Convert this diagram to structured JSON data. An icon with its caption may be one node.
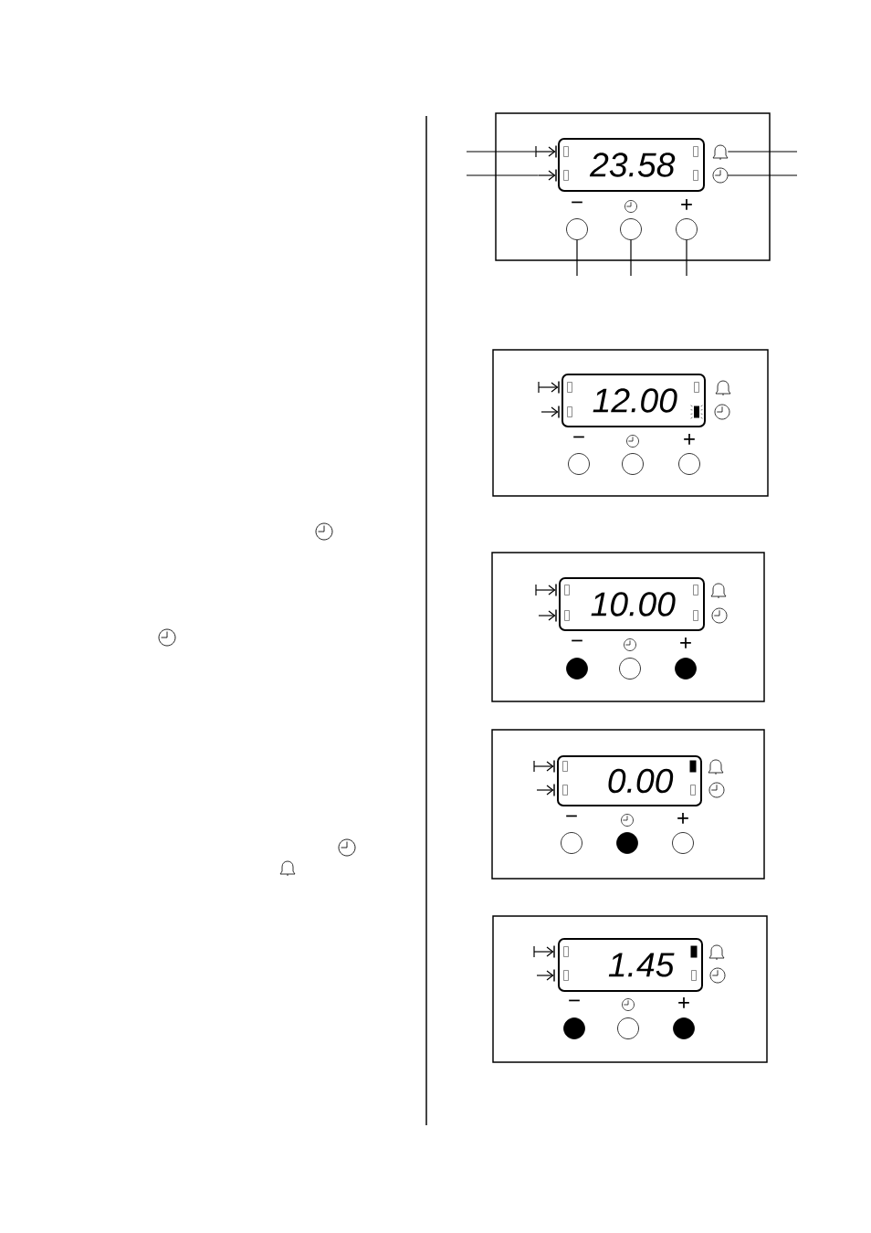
{
  "diagram": {
    "nodes": [
      {
        "text": [],
        "shape": "box"
      },
      {
        "text": [
          "23.58"
        ],
        "in": 0
      },
      {
        "text": [],
        "shape": "picture",
        "in": 0
      },
      {
        "text": [],
        "shape": "picture",
        "in": 0
      },
      {
        "text": [],
        "shape": "picture",
        "in": 0
      },
      {
        "text": [],
        "shape": "picture",
        "in": 0
      },
      {
        "text": [],
        "shape": "circle",
        "in": 0,
        "beside": [
          "−"
        ]
      },
      {
        "text": [],
        "shape": "circle",
        "in": 0
      },
      {
        "text": [],
        "shape": "circle",
        "in": 0,
        "beside": [
          "+"
        ]
      },
      {
        "text": [],
        "shape": "box"
      },
      {
        "text": [
          "12.00"
        ],
        "in": 9
      },
      {
        "text": [],
        "shape": "circle",
        "in": 9,
        "beside": [
          "−"
        ]
      },
      {
        "text": [],
        "shape": "circle",
        "in": 9
      },
      {
        "text": [],
        "shape": "circle",
        "in": 9,
        "beside": [
          "+"
        ]
      },
      {
        "text": [],
        "shape": "box"
      },
      {
        "text": [
          "10.00"
        ],
        "in": 14
      },
      {
        "text": [],
        "shape": "dot",
        "in": 14,
        "beside": [
          "−"
        ]
      },
      {
        "text": [],
        "shape": "circle",
        "in": 14
      },
      {
        "text": [],
        "shape": "dot",
        "in": 14,
        "beside": [
          "+"
        ]
      },
      {
        "text": [],
        "shape": "box"
      },
      {
        "text": [
          "0.00"
        ],
        "in": 19
      },
      {
        "text": [],
        "shape": "circle",
        "in": 19,
        "beside": [
          "−"
        ]
      },
      {
        "text": [],
        "shape": "dot",
        "in": 19
      },
      {
        "text": [],
        "shape": "circle",
        "in": 19,
        "beside": [
          "+"
        ]
      },
      {
        "text": [],
        "shape": "box"
      },
      {
        "text": [
          "1.45"
        ],
        "in": 24
      },
      {
        "text": [],
        "shape": "dot",
        "in": 24,
        "beside": [
          "−"
        ]
      },
      {
        "text": [],
        "shape": "circle",
        "in": 24
      },
      {
        "text": [],
        "shape": "dot",
        "in": 24,
        "beside": [
          "+"
        ]
      }
    ],
    "edges": [
      {
        "from": null,
        "to": 2,
        "arrow": "none"
      },
      {
        "from": null,
        "to": 3,
        "arrow": "none"
      },
      {
        "from": null,
        "to": 4,
        "arrow": "none"
      },
      {
        "from": null,
        "to": 5,
        "arrow": "none"
      },
      {
        "from": null,
        "to": 6,
        "arrow": "none"
      },
      {
        "from": null,
        "to": 7,
        "arrow": "none"
      },
      {
        "from": null,
        "to": 8,
        "arrow": "none"
      }
    ]
  }
}
